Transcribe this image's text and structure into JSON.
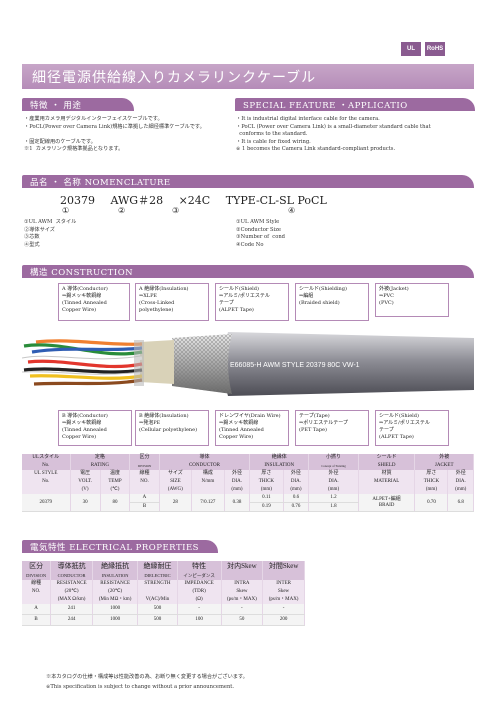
{
  "badges": {
    "ul": "UL",
    "rohs": "RoHS"
  },
  "title": "細径電源供給線入りカメラリンクケーブル",
  "features": {
    "heading_jp": "特徴 ・ 用途",
    "heading_en": "SPECIAL  FEATURE ・APPLICATIO",
    "jp_lines": [
      "・産業用カメラ用デジタルインターフェイスケーブルです。",
      "・PoCL(Power over Camera Link)規格に準拠した細径標準ケーブルです。",
      "",
      "・固定配線用のケーブルです。",
      "※1  カメラリンク規格準拠品となります。"
    ],
    "en_lines": [
      "・It is industrial digital interface cable for the camera.",
      "・PoCL (Power over Camera Link) is a small-diameter standard cable that",
      "  conforms to the standard.",
      "・It is cable for fixed wiring.",
      "※ 1 becomes the Camera Link standard-compliant products."
    ]
  },
  "nomenclature": {
    "heading": "品名 ・ 名称    NOMENCLATURE",
    "code_parts": [
      "20379",
      "AWG＃28",
      "×24C",
      "TYPE-CL-SL  PoCL"
    ],
    "nums": [
      "①",
      "②",
      "③",
      "④"
    ],
    "jp_items": [
      "①UL AWM  スタイル",
      "②導体サイズ",
      "③芯数",
      "④型式"
    ],
    "en_items": [
      "①UL AWM Style",
      "②Conductor Size",
      "③Number of  cond",
      "④Code No"
    ]
  },
  "construction": {
    "heading": "構造    CONSTRUCTION",
    "top_boxes": [
      [
        "A 導体(Conductor)",
        "⇒錫メッキ軟銅線",
        "(Tinned Annealed",
        "Copper Wire)"
      ],
      [
        "A 絶縁体(Insulation)",
        "⇒XLPE",
        "(Cross-Linked",
        "polyethylene)"
      ],
      [
        "シールド(Shield)",
        "⇒アルミ/ポリエステル",
        "テープ",
        "(ALPET Tape)"
      ],
      [
        "シールド(Shielding)",
        "⇒編組",
        "(Braided shield)"
      ],
      [
        "外被(Jacket)",
        "⇒PVC",
        "(PVC)"
      ]
    ],
    "bottom_boxes": [
      [
        "B 導体(Conductor)",
        "⇒錫メッキ軟銅線",
        "(Tinned Annealed",
        "Copper Wire)"
      ],
      [
        "B 絶縁体(Insulation)",
        "⇒発泡PE",
        "(Cellular polyethylene)"
      ],
      [
        "ドレンワイヤ(Drain Wire)",
        "⇒錫メッキ軟銅線",
        "(Tinned Annealed",
        "Copper Wire)"
      ],
      [
        "テープ(Tape)",
        "⇒ポリエステルテープ",
        "(PET Tape)"
      ],
      [
        "シールド(Shield)",
        "⇒アルミ/ポリエステル",
        "テープ",
        "(ALPET Tape)"
      ]
    ],
    "print": "E66085-H    AWM  STYLE  20379  80C  VW-1"
  },
  "spec_table": {
    "h1": [
      "ULスタイル",
      "定格",
      "区分",
      "導体",
      "絶縁体",
      "小撚り",
      "シールド",
      "外被"
    ],
    "h1b": [
      "No.",
      "RATING",
      "DIVISION",
      "CONDUCTOR",
      "INSULATION",
      "Concept of Twisting",
      "SHIELD",
      "JACKET"
    ],
    "h2": [
      "UL  STYLE",
      "電圧",
      "温度",
      "線種",
      "サイズ",
      "構成",
      "外径",
      "厚さ",
      "外径",
      "外径",
      "材質",
      "厚さ",
      "外径"
    ],
    "h3": [
      "No.",
      "VOLT.",
      "TEMP",
      "NO.",
      "SIZE",
      "N/mm",
      "DIA.",
      "THICK",
      "DIA.",
      "DIA.",
      "MATERIAL",
      "THICK",
      "DIA."
    ],
    "h4": [
      "",
      "(V)",
      "(℃)",
      "",
      "(AWG)",
      "",
      "(mm)",
      "(mm)",
      "(mm)",
      "(mm)",
      "",
      "(mm)",
      "(mm)"
    ],
    "style": "20379",
    "volt": "30",
    "temp": "80",
    "kinds": [
      "A",
      "B"
    ],
    "size": "28",
    "strand": "7/0.127",
    "cdia": "0.38",
    "ins_thick": [
      "0.11",
      "0.19"
    ],
    "ins_dia": [
      "0.6",
      "0.76"
    ],
    "twist_dia": [
      "1.2",
      "1.8"
    ],
    "shield": [
      "ALPET+編組",
      "BRAID"
    ],
    "jthick": "0.70",
    "jdia": "6.8"
  },
  "electrical": {
    "heading": "電気特性    ELECTRICAL PROPERTIES",
    "h1": [
      "区分",
      "導体抵抗",
      "絶縁抵抗",
      "絶縁耐圧",
      "特性",
      "対内Skew",
      "対間Skew"
    ],
    "h1b": [
      "DIVISION",
      "CONDUCTOR",
      "INSULATION",
      "DIELECTRIC",
      "インピーダンス",
      "",
      ""
    ],
    "h2": [
      "線種",
      "RESISTANCE",
      "RESISTANCE",
      "STRENGTH",
      "IMPEDANCE",
      "INTRA",
      "INTER"
    ],
    "h3": [
      "NO.",
      "(20℃)",
      "(20℃)",
      "",
      "(TDR)",
      "Skew",
      "Skew"
    ],
    "h4": [
      "",
      "(MAX  Ω/km)",
      "(Min  MΩ・km)",
      "V(AC)/Min",
      "(Ω)",
      "(ps/m・MAX)",
      "(ps/m・MAX)"
    ],
    "rows": [
      [
        "A",
        "241",
        "1000",
        "500",
        "-",
        "-",
        "-"
      ],
      [
        "B",
        "244",
        "1000",
        "500",
        "100",
        "50",
        "200"
      ]
    ]
  },
  "notes": [
    "※本カタログの仕様・構成等は性能改善の為、お断り無く変更する場合がございます。",
    "※This specification is subject to change without a prior announcement."
  ]
}
